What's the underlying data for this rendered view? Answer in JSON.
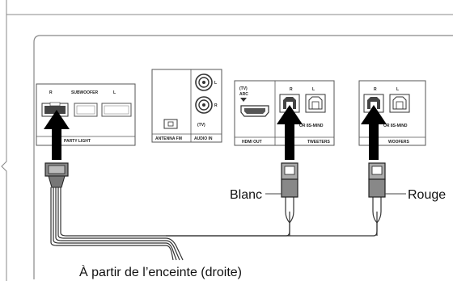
{
  "panel_labels": {
    "r": "R",
    "l": "L",
    "subwoofer": "SUBWOOFER",
    "party_light": "PARTY LIGHT",
    "antenna_fm": "ANTENNA FM",
    "tv": "(TV)",
    "audio_in": "AUDIO IN",
    "tv_arc": "(TV)",
    "arc": "ARC",
    "hdmi_out": "HDMI OUT",
    "tweeters": "TWEETERS",
    "woofers": "WOOFERS",
    "hint": "OR 8S-MIND"
  },
  "callouts": {
    "white": "Blanc",
    "red": "Rouge",
    "source": "À partir de l’enceinte (droite)"
  },
  "colors": {
    "outline": "#555555",
    "arrow": "#000000",
    "cable": "#333333",
    "plug_fill": "#999999"
  }
}
